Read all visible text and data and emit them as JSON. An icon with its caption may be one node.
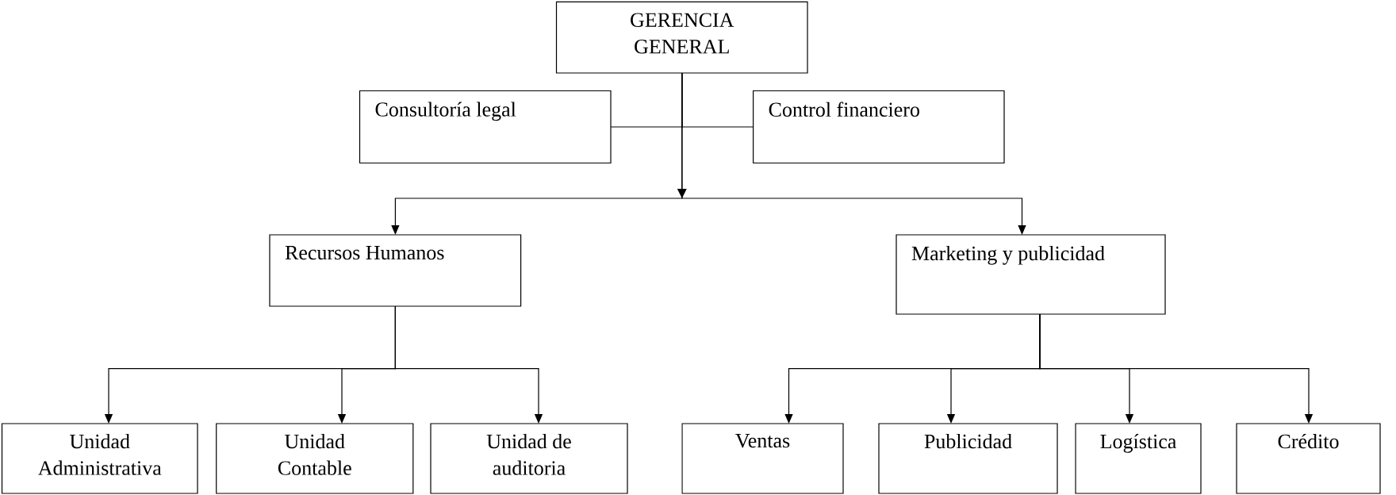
{
  "diagram": {
    "nodes": [
      {
        "text": [
          "GERENCIA GENERAL"
        ]
      },
      {
        "text": [
          "Consultoría legal"
        ]
      },
      {
        "text": [
          "Control financiero"
        ]
      },
      {
        "text": [
          "Recursos Humanos"
        ]
      },
      {
        "text": [
          "Marketing y publicidad"
        ]
      },
      {
        "text": [
          "Unidad Administrativa"
        ]
      },
      {
        "text": [
          "Unidad Contable"
        ]
      },
      {
        "text": [
          "Unidad de auditoria"
        ]
      },
      {
        "text": [
          "Ventas"
        ]
      },
      {
        "text": [
          "Publicidad"
        ]
      },
      {
        "text": [
          "Logística"
        ]
      },
      {
        "text": [
          "Crédito"
        ]
      }
    ],
    "edges": [
      {
        "from": 0,
        "to": 1,
        "arrow": "none"
      },
      {
        "from": 0,
        "to": 2,
        "arrow": "none"
      },
      {
        "from": 0,
        "to": 3,
        "arrow": "to"
      },
      {
        "from": 0,
        "to": 4,
        "arrow": "to"
      },
      {
        "from": 3,
        "to": 5,
        "arrow": "to"
      },
      {
        "from": 3,
        "to": 6,
        "arrow": "to"
      },
      {
        "from": 3,
        "to": 7,
        "arrow": "to"
      },
      {
        "from": 4,
        "to": 8,
        "arrow": "to"
      },
      {
        "from": 4,
        "to": 9,
        "arrow": "to"
      },
      {
        "from": 4,
        "to": 10,
        "arrow": "to"
      },
      {
        "from": 4,
        "to": 11,
        "arrow": "to"
      }
    ]
  }
}
